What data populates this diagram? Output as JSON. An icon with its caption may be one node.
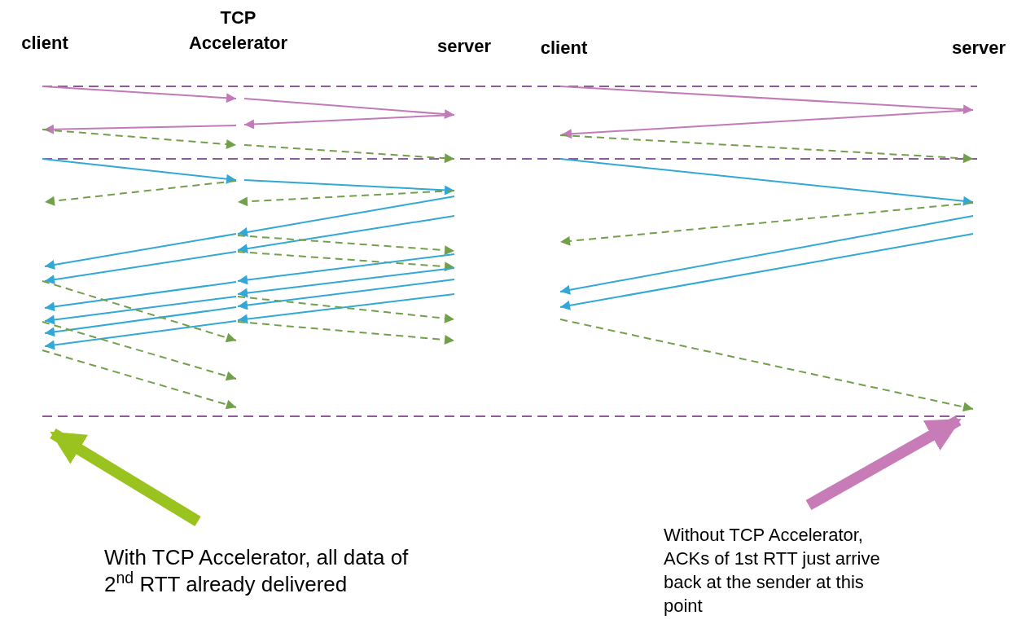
{
  "diagram": {
    "nodes": [
      {
        "text": [
          "client"
        ]
      },
      {
        "text": [
          "TCP Accelerator"
        ]
      },
      {
        "text": [
          "server"
        ]
      },
      {
        "text": [
          "client"
        ]
      },
      {
        "text": [
          "server"
        ]
      },
      {
        "text": [
          "With TCP Accelerator, all data of 2$^{nd}$ RTT already delivered"
        ]
      },
      {
        "text": [
          "Without TCP Accelerator, ACKs of 1st RTT just arrive back at the sender at this point"
        ]
      }
    ],
    "edges": [
      {
        "from": 5,
        "to": null,
        "arrow": "to",
        "color": "#9bc31f"
      },
      {
        "from": 6,
        "to": null,
        "arrow": "to",
        "color": "#c77cb8"
      }
    ]
  }
}
